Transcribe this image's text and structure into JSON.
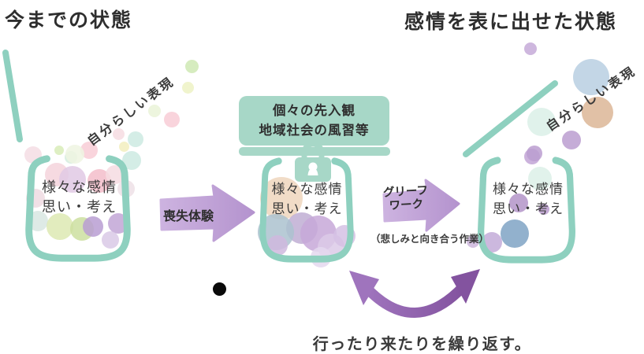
{
  "titles": {
    "left": "今までの状態",
    "right": "感情を表に出せた状態"
  },
  "jars": {
    "left": {
      "content_line1": "様々な感情",
      "content_line2": "思い・考え",
      "expression_label": "自分らしい表現"
    },
    "middle": {
      "content_line1": "様々な感情",
      "content_line2": "思い・考え",
      "lid_line1": "個々の先入観",
      "lid_line2": "地域社会の風習等"
    },
    "right": {
      "content_line1": "様々な感情",
      "content_line2": "思い・考え",
      "expression_label": "自分らしい表現"
    }
  },
  "arrows": {
    "loss": {
      "label": "喪失体験"
    },
    "grief": {
      "label_line1": "グリーフ",
      "label_line2": "ワーク",
      "caption": "（悲しみと向き合う作業）"
    },
    "cycle": {
      "caption": "行ったり来たりを繰り返す。"
    }
  },
  "icons": {
    "lock": "padlock-closed"
  },
  "colors": {
    "jar_teal": "#8ed0bf",
    "lid_teal": "#a7d7c7",
    "arrow_lavender_light": "#cdb3e0",
    "arrow_lavender_dark": "#b493ce",
    "cycle_purple_light": "#9f74bd",
    "cycle_purple_dark": "#83539f",
    "text_dark": "#3a3a3a"
  },
  "dots": {
    "left_escape": [
      [
        243,
        84,
        17,
        "#cfe9b4"
      ],
      [
        238,
        111,
        15,
        "#edf2c4"
      ],
      [
        218,
        152,
        20,
        "#f8ccd6"
      ],
      [
        196,
        141,
        16,
        "#eaf3d8"
      ],
      [
        172,
        177,
        20,
        "#cdeae2"
      ],
      [
        150,
        170,
        15,
        "#f6dce2"
      ],
      [
        157,
        186,
        13,
        "#f2efbe"
      ],
      [
        113,
        191,
        22,
        "#f8ccd6"
      ],
      [
        90,
        200,
        16,
        "#d4ecde"
      ],
      [
        75,
        191,
        12,
        "#d8ecb8"
      ],
      [
        167,
        204,
        24,
        "#cdeae2"
      ]
    ],
    "left_inside": [
      [
        42,
        197,
        22,
        "#f4dde4"
      ],
      [
        95,
        196,
        24,
        "#eef5e2"
      ],
      [
        72,
        222,
        30,
        "#f4d4dc"
      ],
      [
        92,
        228,
        34,
        "#e0c9e4"
      ],
      [
        126,
        230,
        30,
        "#f3bdca"
      ],
      [
        146,
        222,
        24,
        "#f6dce2"
      ],
      [
        160,
        240,
        22,
        "#ede0e6"
      ],
      [
        45,
        252,
        24,
        "#eedbe2"
      ],
      [
        48,
        281,
        26,
        "#d8e6e2"
      ],
      [
        76,
        288,
        34,
        "#dde9b3"
      ],
      [
        104,
        291,
        30,
        "#ccdfa0"
      ],
      [
        118,
        288,
        26,
        "#b89dd2"
      ],
      [
        150,
        284,
        26,
        "#c2a6d6"
      ],
      [
        140,
        305,
        22,
        "#d9c9e6"
      ]
    ],
    "middle_inside": [
      [
        357,
        252,
        54,
        "#eed6bd"
      ],
      [
        383,
        290,
        40,
        "#bfaed4"
      ],
      [
        350,
        295,
        46,
        "#abc2cf"
      ],
      [
        404,
        297,
        46,
        "#c7a8d8"
      ],
      [
        352,
        312,
        26,
        "#cfb8de"
      ],
      [
        420,
        314,
        34,
        "#dccae8"
      ],
      [
        437,
        300,
        28,
        "#d5c1e4"
      ]
    ],
    "middle_outside": [
      [
        407,
        327,
        26,
        "#e4d8ee"
      ]
    ],
    "right_inside": [
      [
        675,
        199,
        20,
        "#c2a4d6"
      ],
      [
        685,
        227,
        30,
        "#dcf0e8"
      ],
      [
        658,
        258,
        24,
        "#b394c8"
      ],
      [
        690,
        266,
        14,
        "#bb9ecf"
      ],
      [
        653,
        297,
        36,
        "#7fa3c4"
      ],
      [
        624,
        308,
        26,
        "#c3abd8"
      ],
      [
        600,
        307,
        16,
        "#cdb6dc"
      ]
    ],
    "right_escape": [
      [
        673,
        62,
        16,
        "#c6aad8"
      ],
      [
        750,
        98,
        46,
        "#b9cfe2"
      ],
      [
        758,
        143,
        40,
        "#dcb697"
      ],
      [
        687,
        155,
        36,
        "#daf0e8"
      ],
      [
        725,
        178,
        24,
        "#bb9dd0"
      ],
      [
        678,
        195,
        20,
        "#bb9dd0"
      ]
    ]
  }
}
